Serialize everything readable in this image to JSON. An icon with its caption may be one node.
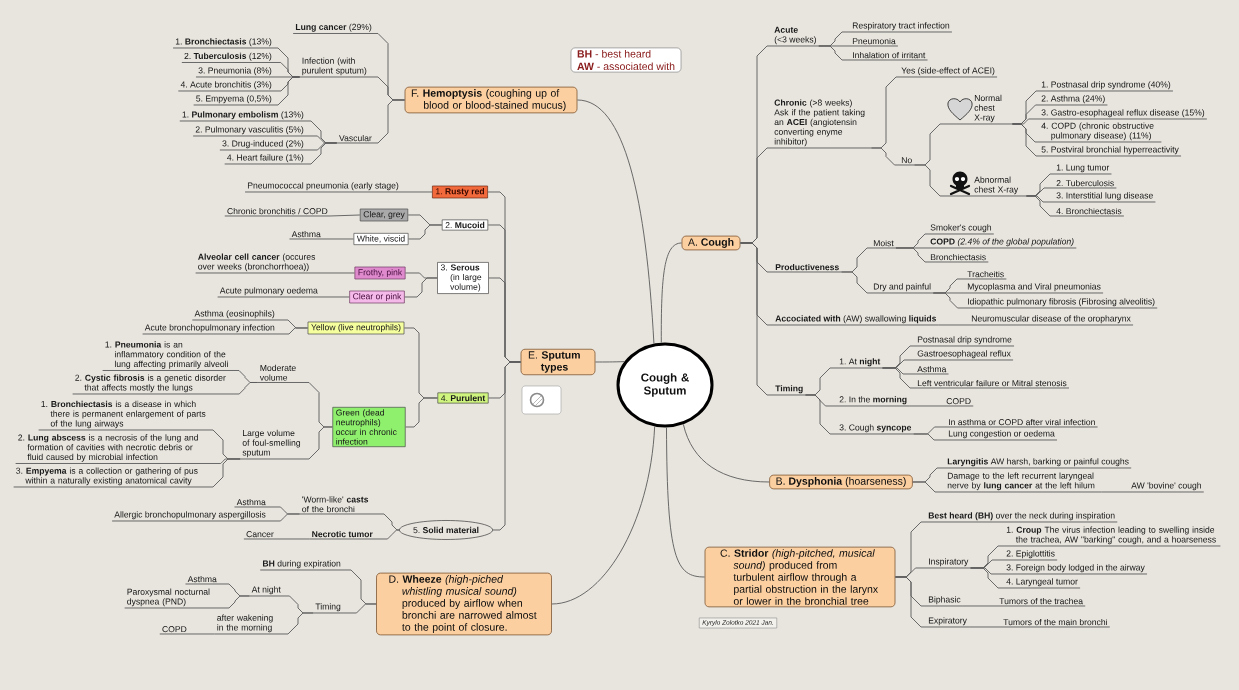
{
  "diagram": {
    "nodes": [
      {
        "text": [
          "Cough & Sputum"
        ]
      },
      {
        "text": [
          "A. **Cough**"
        ]
      },
      {
        "text": [
          "Acute",
          "(<3 weeks)"
        ]
      },
      {
        "text": [
          "Respiratory tract infection"
        ]
      },
      {
        "text": [
          "Pneumonia"
        ]
      },
      {
        "text": [
          "Inhalation of irritant"
        ]
      },
      {
        "text": [
          "**Chronic** (>8 weeks)",
          "Ask if the patient taking an **ACEI** (angiotensin converting enyme inhibitor)"
        ]
      },
      {
        "text": [
          "Yes (side-effect of ACEI)"
        ]
      },
      {
        "text": [
          "No"
        ]
      },
      {
        "text": [
          "Normal chest X-ray"
        ]
      },
      {
        "text": [
          "1. Postnasal drip syndrome (40%)"
        ]
      },
      {
        "text": [
          "2. Asthma (24%)"
        ]
      },
      {
        "text": [
          "3. Gastro-esophageal reflux disease (15%)"
        ]
      },
      {
        "text": [
          "4. COPD (chronic obstructive pulmonary disease) (11%)"
        ]
      },
      {
        "text": [
          "5. Postviral bronchial hyperreactivity"
        ]
      },
      {
        "text": [
          "Abnormal chest X-ray"
        ]
      },
      {
        "text": [
          "1. Lung tumor"
        ]
      },
      {
        "text": [
          "2. Tuberculosis"
        ]
      },
      {
        "text": [
          "3. Interstitial lung disease"
        ]
      },
      {
        "text": [
          "4. Bronchiectasis"
        ]
      },
      {
        "text": [
          "Productiveness"
        ]
      },
      {
        "text": [
          "Moist"
        ]
      },
      {
        "text": [
          "Smoker's cough"
        ]
      },
      {
        "text": [
          "**COPD** *(2.4% of the global population)*"
        ]
      },
      {
        "text": [
          "Bronchiectasis"
        ]
      },
      {
        "text": [
          "Dry and painful"
        ]
      },
      {
        "text": [
          "Tracheitis"
        ]
      },
      {
        "text": [
          "Mycoplasma and Viral pneumonias"
        ]
      },
      {
        "text": [
          "Idiopathic pulmonary fibrosis (Fibrosing alveolitis)"
        ]
      },
      {
        "text": [
          "**Accociated with** (AW) swallowing **liquids**"
        ]
      },
      {
        "text": [
          "Neuromuscular disease of the oropharynx"
        ]
      },
      {
        "text": [
          "Timing"
        ]
      },
      {
        "text": [
          "1. At **night**"
        ]
      },
      {
        "text": [
          "Postnasal drip syndrome"
        ]
      },
      {
        "text": [
          "Gastroesophageal reflux"
        ]
      },
      {
        "text": [
          "Asthma"
        ]
      },
      {
        "text": [
          "Left ventricular failure or Mitral stenosis"
        ]
      },
      {
        "text": [
          "2. In the **morning**"
        ]
      },
      {
        "text": [
          "COPD"
        ]
      },
      {
        "text": [
          "3. Cough **syncope**"
        ]
      },
      {
        "text": [
          "In asthma or COPD after viral infection"
        ]
      },
      {
        "text": [
          "Lung congestion or oedema"
        ]
      },
      {
        "text": [
          "B. **Dysphonia** (hoarseness)"
        ]
      },
      {
        "text": [
          "**Laryngitis** AW harsh, barking or painful coughs"
        ]
      },
      {
        "text": [
          "Damage to the left recurrent laryngeal nerve by **lung cancer** at the left hilum"
        ]
      },
      {
        "text": [
          "AW 'bovine' cough"
        ]
      },
      {
        "text": [
          "C. **Stridor** *(high-pitched, musical sound)* produced from turbulent airflow through a partial obstruction in the larynx or lower in the bronchial tree"
        ]
      },
      {
        "text": [
          "**Best heard (BH)** over the neck during inspiration"
        ]
      },
      {
        "text": [
          "Inspiratory"
        ]
      },
      {
        "text": [
          "1. **Croup** The virus infection leading to swelling inside the trachea, AW \"barking\" cough, and a hoarseness"
        ]
      },
      {
        "text": [
          "2. Epiglottitis"
        ]
      },
      {
        "text": [
          "3. Foreign body lodged in the airway"
        ]
      },
      {
        "text": [
          "4. Laryngeal tumor"
        ]
      },
      {
        "text": [
          "Biphasic"
        ]
      },
      {
        "text": [
          "Tumors of the trachea"
        ]
      },
      {
        "text": [
          "Expiratory"
        ]
      },
      {
        "text": [
          "Tumors of the main bronchi"
        ]
      },
      {
        "text": [
          "D. **Wheeze** *(high-piched whistling musical sound)* produced by airflow when bronchi are narrowed almost to the point of closure."
        ]
      },
      {
        "text": [
          "**BH** during expiration"
        ]
      },
      {
        "text": [
          "Timing"
        ]
      },
      {
        "text": [
          "At night"
        ]
      },
      {
        "text": [
          "Asthma"
        ]
      },
      {
        "text": [
          "Paroxysmal nocturnal dyspnea (PND)"
        ]
      },
      {
        "text": [
          "after wakening in the morning"
        ]
      },
      {
        "text": [
          "COPD"
        ]
      },
      {
        "text": [
          "E. **Sputum types**"
        ]
      },
      {
        "text": [
          "1. **Rusty red**"
        ]
      },
      {
        "text": [
          "Pneumococcal pneumonia (early stage)"
        ]
      },
      {
        "text": [
          "2. **Mucoid**"
        ]
      },
      {
        "text": [
          "Clear, grey"
        ]
      },
      {
        "text": [
          "Chronic bronchitis / COPD"
        ]
      },
      {
        "text": [
          "White, viscid"
        ]
      },
      {
        "text": [
          "Asthma"
        ]
      },
      {
        "text": [
          "3. **Serous** (in large volume)"
        ]
      },
      {
        "text": [
          "Frothy, pink"
        ]
      },
      {
        "text": [
          "**Alveolar cell cancer** (occures over weeks (bronchorrhoea))"
        ]
      },
      {
        "text": [
          "Clear or pink"
        ]
      },
      {
        "text": [
          "Acute pulmonary oedema"
        ]
      },
      {
        "text": [
          "4. **Purulent**"
        ]
      },
      {
        "text": [
          "Yellow (live neutrophils)"
        ]
      },
      {
        "text": [
          "Asthma (eosinophils)"
        ]
      },
      {
        "text": [
          "Acute bronchopulmonary infection"
        ]
      },
      {
        "text": [
          "Green (dead neutrophils) occur in chronic infection"
        ]
      },
      {
        "text": [
          "Moderate volume"
        ]
      },
      {
        "text": [
          "Large volume of foul-smelling sputum"
        ]
      },
      {
        "text": [
          "1. **Pneumonia** is an inflammatory condition of the lung affecting primarily alveoli"
        ]
      },
      {
        "text": [
          "2. **Cystic fibrosis** is a genetic disorder that affects mostly the lungs"
        ]
      },
      {
        "text": [
          "1. **Bronchiectasis** is a disease in which there is permanent enlargement of parts of the lung airways"
        ]
      },
      {
        "text": [
          "2. **Lung abscess** is a necrosis of the lung and formation of cavities with necrotic debris or fluid caused by microbial infection"
        ]
      },
      {
        "text": [
          "3. **Empyema** is a collection or gathering of pus within a naturally existing anatomical cavity"
        ]
      },
      {
        "text": [
          "5. **Solid material**"
        ]
      },
      {
        "text": [
          "'Worm-like' **casts** of the bronchi"
        ]
      },
      {
        "text": [
          "Necrotic tumor"
        ]
      },
      {
        "text": [
          "Asthma"
        ]
      },
      {
        "text": [
          "Allergic bronchopulmonary aspergillosis"
        ]
      },
      {
        "text": [
          "Cancer"
        ]
      },
      {
        "text": [
          "F. **Hemoptysis** (coughing up of blood or blood-stained mucus)"
        ]
      },
      {
        "text": [
          "**Lung cancer** (29%)"
        ]
      },
      {
        "text": [
          "Infection (with purulent sputum)"
        ]
      },
      {
        "text": [
          "Vascular"
        ]
      },
      {
        "text": [
          "1. **Bronchiectasis** (13%)"
        ]
      },
      {
        "text": [
          "2. **Tuberculosis** (12%)"
        ]
      },
      {
        "text": [
          "3. Pneumonia (8%)"
        ]
      },
      {
        "text": [
          "4. Acute bronchitis (3%)"
        ]
      },
      {
        "text": [
          "5. Empyema (0,5%)"
        ]
      },
      {
        "text": [
          "1. **Pulmonary embolism** (13%)"
        ]
      },
      {
        "text": [
          "2. Pulmonary vasculitis (5%)"
        ]
      },
      {
        "text": [
          "3. Drug-induced (2%)"
        ]
      },
      {
        "text": [
          "4. Heart failure (1%)"
        ]
      },
      {
        "text": [
          "**BH** - best heard",
          "**AW** - associated with"
        ]
      },
      {
        "text": [
          "Kyrylo Zolotko 2021 Jan."
        ]
      }
    ],
    "edges": [
      {
        "from": 0,
        "to": 1,
        "arrow": "none"
      },
      {
        "from": 1,
        "to": 2,
        "arrow": "none"
      },
      {
        "from": 2,
        "to": 3,
        "arrow": "none"
      },
      {
        "from": 2,
        "to": 4,
        "arrow": "none"
      },
      {
        "from": 2,
        "to": 5,
        "arrow": "none"
      },
      {
        "from": 1,
        "to": 6,
        "arrow": "none"
      },
      {
        "from": 6,
        "to": 7,
        "arrow": "none"
      },
      {
        "from": 6,
        "to": 8,
        "arrow": "none"
      },
      {
        "from": 8,
        "to": 9,
        "arrow": "none"
      },
      {
        "from": 9,
        "to": 10,
        "arrow": "none"
      },
      {
        "from": 9,
        "to": 11,
        "arrow": "none"
      },
      {
        "from": 9,
        "to": 12,
        "arrow": "none"
      },
      {
        "from": 9,
        "to": 13,
        "arrow": "none"
      },
      {
        "from": 9,
        "to": 14,
        "arrow": "none"
      },
      {
        "from": 8,
        "to": 15,
        "arrow": "none"
      },
      {
        "from": 15,
        "to": 16,
        "arrow": "none"
      },
      {
        "from": 15,
        "to": 17,
        "arrow": "none"
      },
      {
        "from": 15,
        "to": 18,
        "arrow": "none"
      },
      {
        "from": 15,
        "to": 19,
        "arrow": "none"
      },
      {
        "from": 1,
        "to": 20,
        "arrow": "none"
      },
      {
        "from": 20,
        "to": 21,
        "arrow": "none"
      },
      {
        "from": 21,
        "to": 22,
        "arrow": "none"
      },
      {
        "from": 21,
        "to": 23,
        "arrow": "none"
      },
      {
        "from": 21,
        "to": 24,
        "arrow": "none"
      },
      {
        "from": 20,
        "to": 25,
        "arrow": "none"
      },
      {
        "from": 25,
        "to": 26,
        "arrow": "none"
      },
      {
        "from": 25,
        "to": 27,
        "arrow": "none"
      },
      {
        "from": 25,
        "to": 28,
        "arrow": "none"
      },
      {
        "from": 1,
        "to": 29,
        "arrow": "none"
      },
      {
        "from": 29,
        "to": 30,
        "arrow": "none"
      },
      {
        "from": 1,
        "to": 31,
        "arrow": "none"
      },
      {
        "from": 31,
        "to": 32,
        "arrow": "none"
      },
      {
        "from": 32,
        "to": 33,
        "arrow": "none"
      },
      {
        "from": 32,
        "to": 34,
        "arrow": "none"
      },
      {
        "from": 32,
        "to": 35,
        "arrow": "none"
      },
      {
        "from": 32,
        "to": 36,
        "arrow": "none"
      },
      {
        "from": 31,
        "to": 37,
        "arrow": "none"
      },
      {
        "from": 37,
        "to": 38,
        "arrow": "none"
      },
      {
        "from": 31,
        "to": 39,
        "arrow": "none"
      },
      {
        "from": 39,
        "to": 40,
        "arrow": "none"
      },
      {
        "from": 39,
        "to": 41,
        "arrow": "none"
      },
      {
        "from": 0,
        "to": 42,
        "arrow": "none"
      },
      {
        "from": 42,
        "to": 43,
        "arrow": "none"
      },
      {
        "from": 42,
        "to": 44,
        "arrow": "none"
      },
      {
        "from": 44,
        "to": 45,
        "arrow": "none"
      },
      {
        "from": 0,
        "to": 46,
        "arrow": "none"
      },
      {
        "from": 46,
        "to": 47,
        "arrow": "none"
      },
      {
        "from": 46,
        "to": 48,
        "arrow": "none"
      },
      {
        "from": 48,
        "to": 49,
        "arrow": "none"
      },
      {
        "from": 48,
        "to": 50,
        "arrow": "none"
      },
      {
        "from": 48,
        "to": 51,
        "arrow": "none"
      },
      {
        "from": 48,
        "to": 52,
        "arrow": "none"
      },
      {
        "from": 46,
        "to": 53,
        "arrow": "none"
      },
      {
        "from": 53,
        "to": 54,
        "arrow": "none"
      },
      {
        "from": 46,
        "to": 55,
        "arrow": "none"
      },
      {
        "from": 55,
        "to": 56,
        "arrow": "none"
      },
      {
        "from": 0,
        "to": 57,
        "arrow": "none"
      },
      {
        "from": 57,
        "to": 58,
        "arrow": "none"
      },
      {
        "from": 57,
        "to": 59,
        "arrow": "none"
      },
      {
        "from": 59,
        "to": 60,
        "arrow": "none"
      },
      {
        "from": 60,
        "to": 61,
        "arrow": "none"
      },
      {
        "from": 60,
        "to": 62,
        "arrow": "none"
      },
      {
        "from": 59,
        "to": 63,
        "arrow": "none"
      },
      {
        "from": 63,
        "to": 64,
        "arrow": "none"
      },
      {
        "from": 0,
        "to": 65,
        "arrow": "none"
      },
      {
        "from": 65,
        "to": 66,
        "arrow": "none"
      },
      {
        "from": 66,
        "to": 67,
        "arrow": "none"
      },
      {
        "from": 65,
        "to": 68,
        "arrow": "none"
      },
      {
        "from": 68,
        "to": 69,
        "arrow": "none"
      },
      {
        "from": 69,
        "to": 70,
        "arrow": "none"
      },
      {
        "from": 68,
        "to": 71,
        "arrow": "none"
      },
      {
        "from": 71,
        "to": 72,
        "arrow": "none"
      },
      {
        "from": 65,
        "to": 73,
        "arrow": "none"
      },
      {
        "from": 73,
        "to": 74,
        "arrow": "none"
      },
      {
        "from": 74,
        "to": 75,
        "arrow": "none"
      },
      {
        "from": 73,
        "to": 76,
        "arrow": "none"
      },
      {
        "from": 76,
        "to": 77,
        "arrow": "none"
      },
      {
        "from": 65,
        "to": 78,
        "arrow": "none"
      },
      {
        "from": 78,
        "to": 79,
        "arrow": "none"
      },
      {
        "from": 79,
        "to": 80,
        "arrow": "none"
      },
      {
        "from": 79,
        "to": 81,
        "arrow": "none"
      },
      {
        "from": 78,
        "to": 82,
        "arrow": "none"
      },
      {
        "from": 82,
        "to": 83,
        "arrow": "none"
      },
      {
        "from": 82,
        "to": 84,
        "arrow": "none"
      },
      {
        "from": 83,
        "to": 85,
        "arrow": "none"
      },
      {
        "from": 83,
        "to": 86,
        "arrow": "none"
      },
      {
        "from": 84,
        "to": 87,
        "arrow": "none"
      },
      {
        "from": 84,
        "to": 88,
        "arrow": "none"
      },
      {
        "from": 84,
        "to": 89,
        "arrow": "none"
      },
      {
        "from": 65,
        "to": 90,
        "arrow": "none"
      },
      {
        "from": 90,
        "to": 91,
        "arrow": "none"
      },
      {
        "from": 90,
        "to": 92,
        "arrow": "none"
      },
      {
        "from": 91,
        "to": 93,
        "arrow": "none"
      },
      {
        "from": 91,
        "to": 94,
        "arrow": "none"
      },
      {
        "from": 92,
        "to": 95,
        "arrow": "none"
      },
      {
        "from": 0,
        "to": 96,
        "arrow": "none"
      },
      {
        "from": 96,
        "to": 97,
        "arrow": "none"
      },
      {
        "from": 96,
        "to": 98,
        "arrow": "none"
      },
      {
        "from": 96,
        "to": 99,
        "arrow": "none"
      },
      {
        "from": 98,
        "to": 100,
        "arrow": "none"
      },
      {
        "from": 98,
        "to": 101,
        "arrow": "none"
      },
      {
        "from": 98,
        "to": 102,
        "arrow": "none"
      },
      {
        "from": 98,
        "to": 103,
        "arrow": "none"
      },
      {
        "from": 98,
        "to": 104,
        "arrow": "none"
      },
      {
        "from": 99,
        "to": 105,
        "arrow": "none"
      },
      {
        "from": 99,
        "to": 106,
        "arrow": "none"
      },
      {
        "from": 99,
        "to": 107,
        "arrow": "none"
      },
      {
        "from": 99,
        "to": 108,
        "arrow": "none"
      }
    ]
  }
}
